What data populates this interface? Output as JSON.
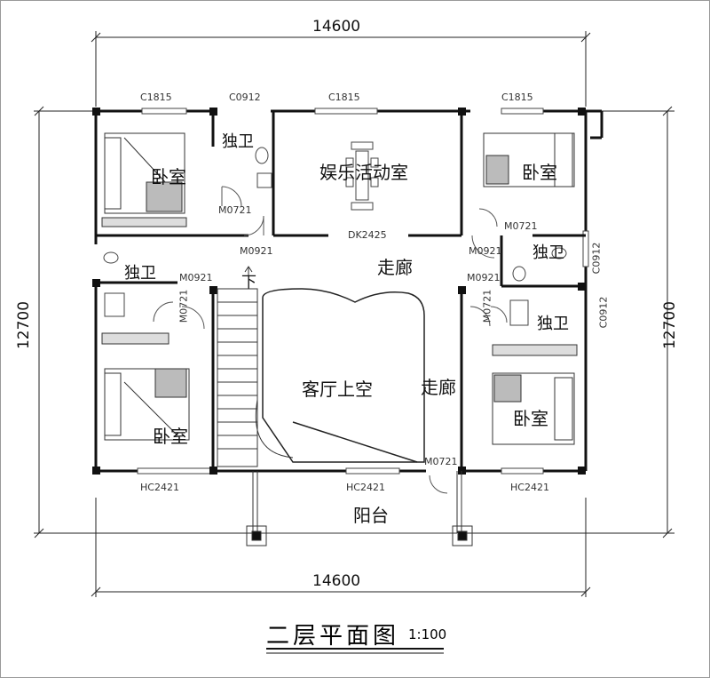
{
  "drawing": {
    "title": "二层平面图",
    "scale": "1:100"
  },
  "dimensions": {
    "top": "14600",
    "bottom": "14600",
    "left": "12700",
    "right": "12700"
  },
  "rooms": {
    "bedroom_tl": "卧室",
    "bath_top": "独卫",
    "entertainment": "娱乐活动室",
    "bedroom_tr": "卧室",
    "bath_left": "独卫",
    "bath_right_upper": "独卫",
    "bath_right_lower": "独卫",
    "corridor_top": "走廊",
    "corridor_right": "走廊",
    "stair_down": "下",
    "living_void": "客厅上空",
    "bedroom_bl": "卧室",
    "bedroom_br": "卧室",
    "balcony": "阳台"
  },
  "tags": {
    "win_c1815_left": "C1815",
    "win_c0912_top": "C0912",
    "win_c1815_mid": "C1815",
    "win_c1815_right": "C1815",
    "door_m0721_tl": "M0721",
    "door_m0921_tl": "M0921",
    "opening_dk2425": "DK2425",
    "door_m0921_tr": "M0921",
    "door_m0721_tr": "M0721",
    "win_c0912_right": "C0912",
    "door_m0921_left": "M0921",
    "door_m0721_left": "M0721",
    "door_m0921_right": "M0921",
    "door_m0721_right": "M0721",
    "win_c0912_right2": "C0912",
    "win_hc2421_left": "HC2421",
    "win_hc2421_mid": "HC2421",
    "win_hc2421_right": "HC2421",
    "door_m0721_balcony": "M0721"
  }
}
